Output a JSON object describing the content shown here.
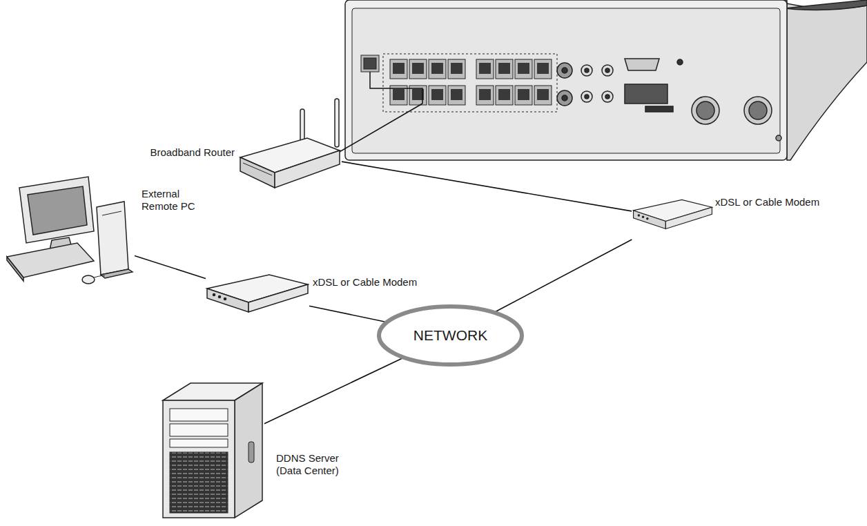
{
  "diagram": {
    "nodes": [
      {
        "text": [
          "Broadband Router"
        ]
      },
      {
        "text": [
          "External Remote PC"
        ]
      },
      {
        "text": [
          "xDSL or Cable Modem"
        ]
      },
      {
        "text": [
          "xDSL or Cable Modem"
        ]
      },
      {
        "text": [
          "NETWORK"
        ]
      },
      {
        "text": [
          "DDNS Server (Data Center)"
        ]
      }
    ],
    "edges": [
      {
        "from": 0,
        "to": 3,
        "arrow": "none"
      },
      {
        "from": 1,
        "to": 2,
        "arrow": "none"
      },
      {
        "from": 2,
        "to": 4,
        "arrow": "none"
      },
      {
        "from": 3,
        "to": 4,
        "arrow": "none"
      },
      {
        "from": 5,
        "to": 4,
        "arrow": "none"
      }
    ]
  }
}
